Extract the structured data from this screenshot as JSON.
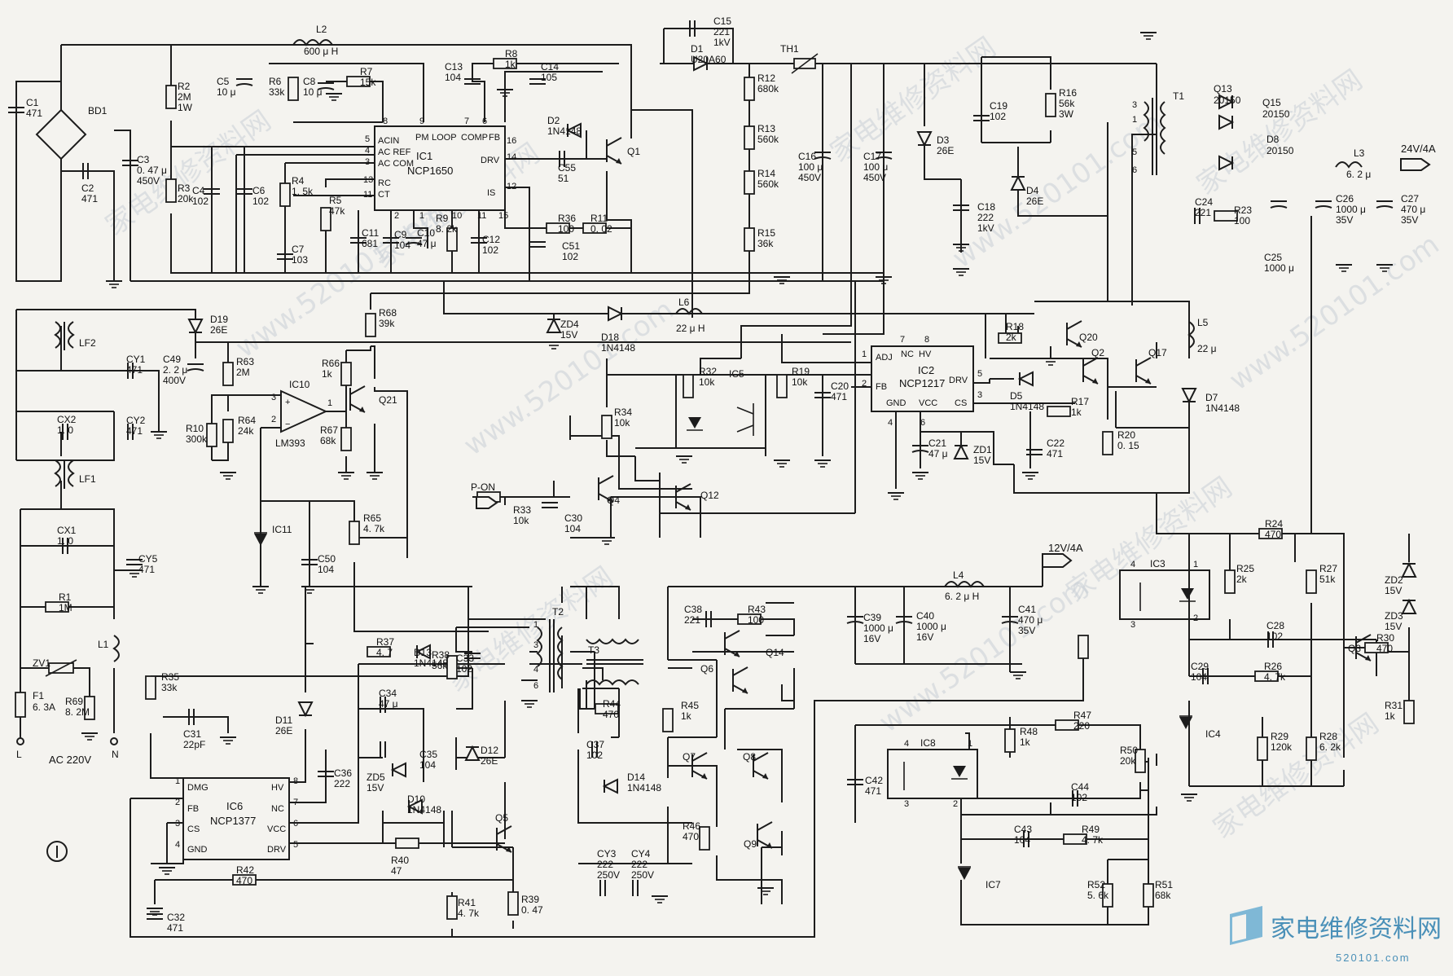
{
  "watermark": {
    "url": "www.520101.com",
    "cn": "家电维修资料网",
    "logo_cn": "家电维修资料网",
    "logo_url": "520101.com"
  },
  "ics": {
    "ic1": {
      "name": "IC1",
      "part": "NCP1650",
      "pins": {
        "acin": "ACIN",
        "acref": "AC REF",
        "accom": "AC COM",
        "rc": "RC",
        "ct": "CT",
        "pm": "PM",
        "loop": "LOOP",
        "comp": "COMP",
        "fb": "FB",
        "drv": "DRV",
        "is": "IS"
      }
    },
    "ic2": {
      "name": "IC2",
      "part": "NCP1217",
      "pins": {
        "adj": "ADJ",
        "nc": "NC",
        "hv": "HV",
        "fb": "FB",
        "gnd": "GND",
        "vcc": "VCC",
        "drv": "DRV",
        "cs": "CS"
      }
    },
    "ic6": {
      "name": "IC6",
      "part": "NCP1377",
      "pins": {
        "dmg": "DMG",
        "fb": "FB",
        "cs": "CS",
        "gnd": "GND",
        "hv": "HV",
        "nc": "NC",
        "vcc": "VCC",
        "drv": "DRV"
      }
    },
    "ic10": {
      "name": "IC10",
      "part": "LM393"
    },
    "ic3": "IC3",
    "ic4": "IC4",
    "ic5": "IC5",
    "ic7": "IC7",
    "ic8": "IC8",
    "ic11": "IC11"
  },
  "outputs": {
    "out24": "24V/4A",
    "out12": "12V/4A",
    "pon": "P-ON"
  },
  "input": {
    "ac": "AC 220V",
    "l": "L",
    "n": "N"
  },
  "components": {
    "c1": [
      "C1",
      "471"
    ],
    "c2": [
      "C2",
      "471"
    ],
    "bd1": [
      "BD1",
      ""
    ],
    "c3": [
      "C3",
      "0. 47 μ",
      "450V"
    ],
    "l2": [
      "L2",
      "600 μ H"
    ],
    "r2": [
      "R2",
      "2M",
      "1W"
    ],
    "r3": [
      "R3",
      "20k"
    ],
    "c4": [
      "C4",
      "102"
    ],
    "c6": [
      "C6",
      "102"
    ],
    "c5": [
      "C5",
      "10 μ"
    ],
    "r6": [
      "R6",
      "33k"
    ],
    "c8": [
      "C8",
      "10 μ"
    ],
    "r7": [
      "R7",
      "15k"
    ],
    "r4": [
      "R4",
      "1. 5k"
    ],
    "c7": [
      "C7",
      "103"
    ],
    "r5": [
      "R5",
      "47k"
    ],
    "c11": [
      "C11",
      "681"
    ],
    "c9": [
      "C9",
      "104"
    ],
    "c10": [
      "C10",
      "47 μ"
    ],
    "c13": [
      "C13",
      "104"
    ],
    "r8": [
      "R8",
      "1k"
    ],
    "c14": [
      "C14",
      "105"
    ],
    "r9": [
      "R9",
      "8. 2k"
    ],
    "c12": [
      "C12",
      "102"
    ],
    "d2": [
      "D2",
      "1N4148"
    ],
    "c55": [
      "C55",
      "51"
    ],
    "q1": [
      "Q1",
      ""
    ],
    "r36": [
      "R36",
      "100"
    ],
    "r11": [
      "R11",
      "0. 02"
    ],
    "c51": [
      "C51",
      "102"
    ],
    "c15": [
      "C15",
      "221",
      "1kV"
    ],
    "d1": [
      "D1",
      "U20A60"
    ],
    "th1": [
      "TH1",
      ""
    ],
    "r12": [
      "R12",
      "680k"
    ],
    "r13": [
      "R13",
      "560k"
    ],
    "r14": [
      "R14",
      "560k"
    ],
    "r15": [
      "R15",
      "36k"
    ],
    "c16": [
      "C16",
      "100 μ",
      "450V"
    ],
    "c17": [
      "C17",
      "100 μ",
      "450V"
    ],
    "d3": [
      "D3",
      "26E"
    ],
    "c18": [
      "C18",
      "222",
      "1kV"
    ],
    "c19": [
      "C19",
      "102"
    ],
    "r16": [
      "R16",
      "56k",
      "3W"
    ],
    "d4": [
      "D4",
      "26E"
    ],
    "t1": [
      "T1",
      ""
    ],
    "q13": [
      "Q13",
      "20150"
    ],
    "q15": [
      "Q15",
      "20150"
    ],
    "d8": [
      "D8",
      "20150"
    ],
    "c24": [
      "C24",
      "221"
    ],
    "r23": [
      "R23",
      "100"
    ],
    "c25": [
      "C25",
      "1000 μ"
    ],
    "l3": [
      "L3",
      "6. 2 μ"
    ],
    "c26": [
      "C26",
      "1000 μ",
      "35V"
    ],
    "c27": [
      "C27",
      "470 μ",
      "35V"
    ],
    "d19": [
      "D19",
      "26E"
    ],
    "lf2": [
      "LF2",
      ""
    ],
    "c49": [
      "C49",
      "2. 2 μ",
      "400V"
    ],
    "r63": [
      "R63",
      "2M"
    ],
    "r10": [
      "R10",
      "300k"
    ],
    "r64": [
      "R64",
      "24k"
    ],
    "r68": [
      "R68",
      "39k"
    ],
    "r66": [
      "R66",
      "1k"
    ],
    "q21": [
      "Q21",
      ""
    ],
    "r67": [
      "R67",
      "68k"
    ],
    "zd4": [
      "ZD4",
      "15V"
    ],
    "d18": [
      "D18",
      "1N4148"
    ],
    "l6": [
      "L6",
      "22 μ H"
    ],
    "r18": [
      "R18",
      "2k"
    ],
    "d5": [
      "D5",
      "1N4148"
    ],
    "q20": [
      "Q20",
      ""
    ],
    "q2": [
      "Q2",
      ""
    ],
    "q17": [
      "Q17",
      ""
    ],
    "l5": [
      "L5",
      "22 μ"
    ],
    "d7": [
      "D7",
      "1N4148"
    ],
    "r17": [
      "R17",
      "1k"
    ],
    "c22": [
      "C22",
      "471"
    ],
    "r20": [
      "R20",
      "0. 15"
    ],
    "c21": [
      "C21",
      "47 μ"
    ],
    "zd1": [
      "ZD1",
      "15V"
    ],
    "r32": [
      "R32",
      "10k"
    ],
    "r34": [
      "R34",
      "10k"
    ],
    "r19": [
      "R19",
      "10k"
    ],
    "c20": [
      "C20",
      "471"
    ],
    "q4": [
      "Q4",
      ""
    ],
    "q12": [
      "Q12",
      ""
    ],
    "r33": [
      "R33",
      "10k"
    ],
    "c30": [
      "C30",
      "104"
    ],
    "cy1": [
      "CY1",
      "471"
    ],
    "cx2": [
      "CX2",
      "1. 0"
    ],
    "cy2": [
      "CY2",
      "471"
    ],
    "lf1": [
      "LF1",
      ""
    ],
    "cx1": [
      "CX1",
      "1. 0"
    ],
    "cy5": [
      "CY5",
      "471"
    ],
    "r1": [
      "R1",
      "1M"
    ],
    "l1": [
      "L1",
      ""
    ],
    "zv1": [
      "ZV1",
      ""
    ],
    "f1": [
      "F1",
      "6. 3A"
    ],
    "r69": [
      "R69",
      "8. 2M"
    ],
    "r65": [
      "R65",
      "4. 7k"
    ],
    "c50": [
      "C50",
      "104"
    ],
    "r35": [
      "R35",
      "33k"
    ],
    "c31": [
      "C31",
      "22pF"
    ],
    "d11": [
      "D11",
      "26E"
    ],
    "c36": [
      "C36",
      "222"
    ],
    "r37": [
      "R37",
      "4. 7"
    ],
    "d13": [
      "D13",
      "1N4148"
    ],
    "r38": [
      "R38",
      "56k"
    ],
    "c33": [
      "C33",
      "102"
    ],
    "t2": [
      "T2",
      ""
    ],
    "c34": [
      "C34",
      "47 μ"
    ],
    "c35": [
      "C35",
      "104"
    ],
    "zd5": [
      "ZD5",
      "15V"
    ],
    "d12": [
      "D12",
      "26E"
    ],
    "d10": [
      "D10",
      "1N4148"
    ],
    "r40": [
      "R40",
      "47"
    ],
    "q5": [
      "Q5",
      ""
    ],
    "r41": [
      "R41",
      "4. 7k"
    ],
    "r39": [
      "R39",
      "0. 47"
    ],
    "r42": [
      "R42",
      "470"
    ],
    "c32": [
      "C32",
      "471"
    ],
    "t3": [
      "T3",
      ""
    ],
    "c38": [
      "C38",
      "221"
    ],
    "r43": [
      "R43",
      "100"
    ],
    "q6": [
      "Q6",
      ""
    ],
    "q14": [
      "Q14",
      ""
    ],
    "r44": [
      "R44",
      "470"
    ],
    "c37": [
      "C37",
      "102"
    ],
    "d14": [
      "D14",
      "1N4148"
    ],
    "r45": [
      "R45",
      "1k"
    ],
    "q7": [
      "Q7",
      ""
    ],
    "q8": [
      "Q8",
      ""
    ],
    "q9": [
      "Q9",
      ""
    ],
    "r46": [
      "R46",
      "470"
    ],
    "cy3": [
      "CY3",
      "222",
      "250V"
    ],
    "cy4": [
      "CY4",
      "222",
      "250V"
    ],
    "l4": [
      "L4",
      "6. 2 μ H"
    ],
    "c39": [
      "C39",
      "1000 μ",
      "16V"
    ],
    "c40": [
      "C40",
      "1000 μ",
      "16V"
    ],
    "c41": [
      "C41",
      "470 μ",
      "35V"
    ],
    "c42": [
      "C42",
      "471"
    ],
    "r47": [
      "R47",
      "220"
    ],
    "r48": [
      "R48",
      "1k"
    ],
    "r50": [
      "R50",
      "20k"
    ],
    "c44": [
      "C44",
      "102"
    ],
    "c43": [
      "C43",
      "104"
    ],
    "r49": [
      "R49",
      "4. 7k"
    ],
    "r52": [
      "R52",
      "5. 6k"
    ],
    "r51": [
      "R51",
      "68k"
    ],
    "r24": [
      "R24",
      "470"
    ],
    "r25": [
      "R25",
      "2k"
    ],
    "r27": [
      "R27",
      "51k"
    ],
    "c28": [
      "C28",
      "102"
    ],
    "zd2": [
      "ZD2",
      "15V"
    ],
    "zd3": [
      "ZD3",
      "15V"
    ],
    "q3": [
      "Q3",
      ""
    ],
    "r30": [
      "R30",
      "470"
    ],
    "r31": [
      "R31",
      "1k"
    ],
    "c29": [
      "C29",
      "104"
    ],
    "r26": [
      "R26",
      "4. 7k"
    ],
    "r29": [
      "R29",
      "120k"
    ],
    "r28": [
      "R28",
      "6. 2k"
    ]
  }
}
